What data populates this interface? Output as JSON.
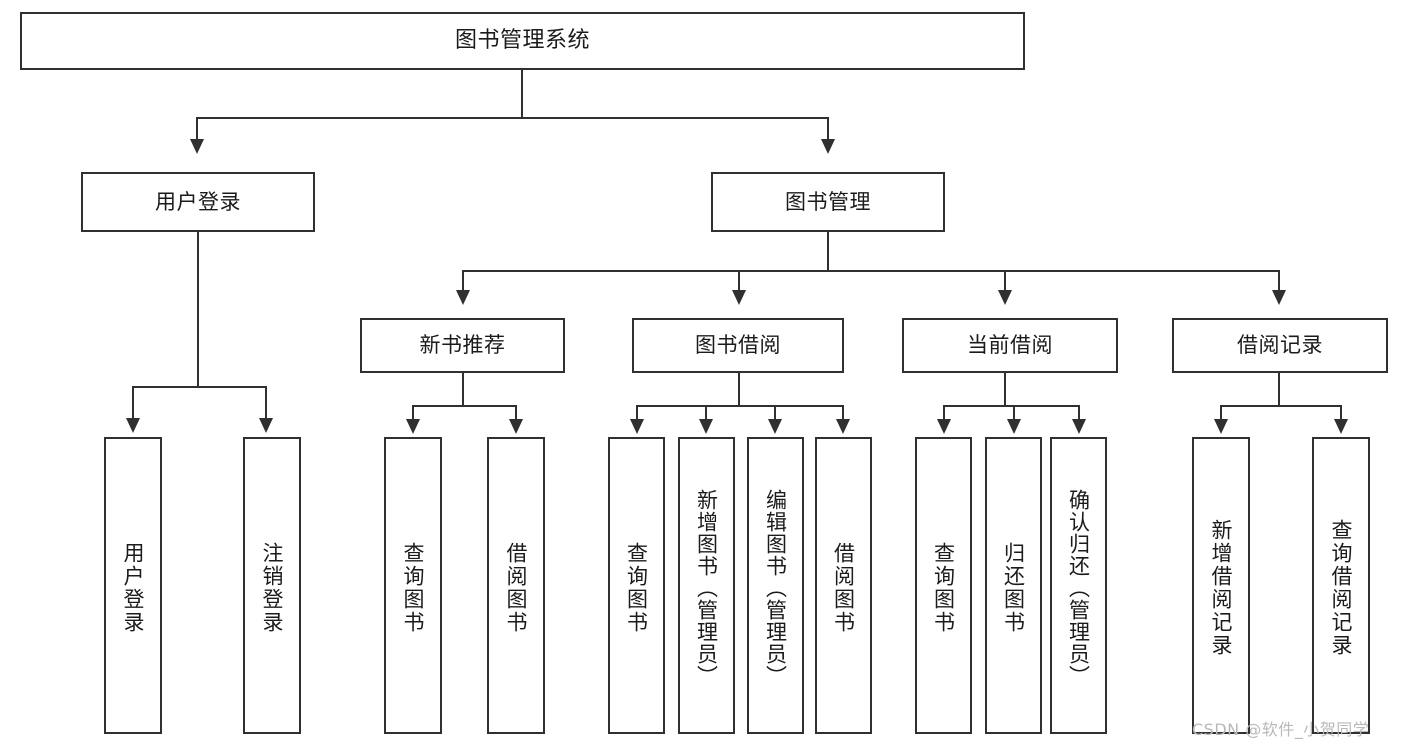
{
  "diagram": {
    "title": "图书管理系统",
    "type": "功能结构图",
    "watermark": "CSDN @软件_小贺同学",
    "colors": {
      "stroke": "#303030",
      "background": "#ffffff",
      "text": "#1b1b1b",
      "watermark": "#b9b9b9"
    },
    "nodes": {
      "root": {
        "label": "图书管理系统"
      },
      "level2": [
        {
          "id": "user-login",
          "label": "用户登录"
        },
        {
          "id": "book-manage",
          "label": "图书管理"
        }
      ],
      "level3": [
        {
          "id": "new-book-recommend",
          "label": "新书推荐"
        },
        {
          "id": "book-borrow",
          "label": "图书借阅"
        },
        {
          "id": "current-borrow",
          "label": "当前借阅"
        },
        {
          "id": "borrow-record",
          "label": "借阅记录"
        }
      ],
      "leaves": {
        "user_login": [
          {
            "id": "leaf-user-login",
            "label": "用户登录"
          },
          {
            "id": "leaf-user-logout",
            "label": "注销登录"
          }
        ],
        "new_book_recommend": [
          {
            "id": "leaf-query-book-1",
            "label": "查询图书"
          },
          {
            "id": "leaf-borrow-book-1",
            "label": "借阅图书"
          }
        ],
        "book_borrow": [
          {
            "id": "leaf-query-book-2",
            "label": "查询图书"
          },
          {
            "id": "leaf-add-book",
            "label": "新增图书（管理员）"
          },
          {
            "id": "leaf-edit-book",
            "label": "编辑图书（管理员）"
          },
          {
            "id": "leaf-borrow-book-2",
            "label": "借阅图书"
          }
        ],
        "current_borrow": [
          {
            "id": "leaf-query-book-3",
            "label": "查询图书"
          },
          {
            "id": "leaf-return-book",
            "label": "归还图书"
          },
          {
            "id": "leaf-confirm-return",
            "label": "确认归还（管理员）"
          }
        ],
        "borrow_record": [
          {
            "id": "leaf-add-record",
            "label": "新增借阅记录"
          },
          {
            "id": "leaf-query-record",
            "label": "查询借阅记录"
          }
        ]
      }
    }
  }
}
